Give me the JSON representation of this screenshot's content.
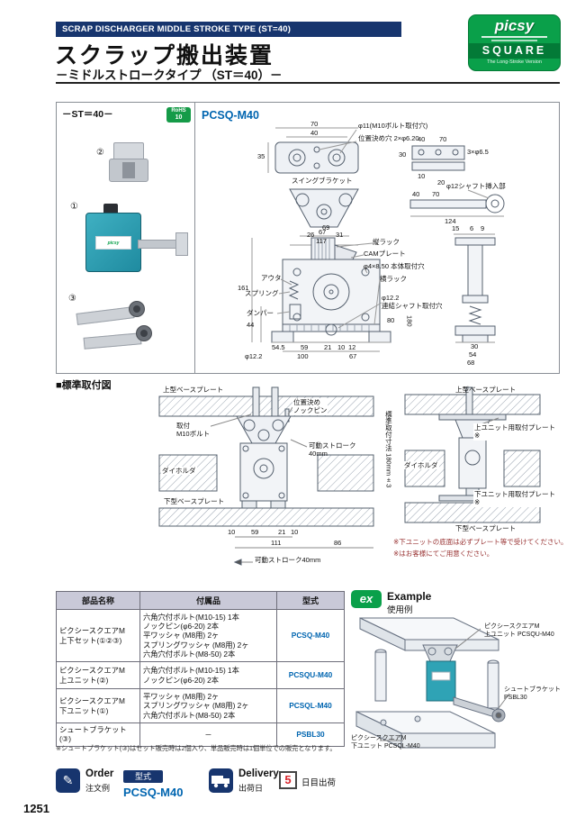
{
  "header": {
    "title_en": "SCRAP DISCHARGER MIDDLE STROKE TYPE (ST=40)",
    "title_ja": "スクラップ搬出装置",
    "subtitle": "－ミドルストロークタイプ （ST＝40）－"
  },
  "logo": {
    "brand": "picsy",
    "name": "SQUARE",
    "version": "The Long-Stroke Version"
  },
  "colors": {
    "navy": "#17356e",
    "green": "#0aa04a",
    "link_blue": "#0065b0",
    "teal": "#2fa3b5",
    "red": "#d8242b"
  },
  "main_drawing": {
    "stroke_label": "－ST＝40－",
    "rohs": "RoHS",
    "rohs_num": "10",
    "model": "PCSQ-M40",
    "item1": "①",
    "item2": "②",
    "item3": "③",
    "top_view": {
      "dim70": "70",
      "dim40": "40",
      "dim35": "35",
      "hole": "φ11(M10ボルト取付穴)",
      "pin": "位置決め穴 2×φ6.20"
    },
    "corner": {
      "dim40": "40",
      "dim70": "70",
      "holes": "3×φ6.5",
      "dim30": "30",
      "dim10": "10",
      "dim20": "20"
    },
    "swing": {
      "label": "スイングブラケット",
      "dim67": "67",
      "dim117": "117"
    },
    "shaft": {
      "label": "φ12シャフト挿入部",
      "dim40": "40",
      "dim70": "70",
      "dim124": "124"
    },
    "front": {
      "dim69": "69",
      "dim31": "31",
      "dim26": "26",
      "rack_v": "縦ラック",
      "cam": "CAMプレート",
      "hole": "φ4×8.50 本体取付穴",
      "rack_h": "横ラック",
      "outer": "アウタ",
      "spring": "スプリング",
      "damper": "ダンパー",
      "shaft_hole": "φ12.2\n連結シャフト取付穴",
      "dim161": "161",
      "dim44": "44",
      "dim80": "80",
      "dim180": "180",
      "dim54_5": "54.5",
      "dim59": "59",
      "dim21": "21",
      "dim10": "10",
      "dim12": "12",
      "dim100": "100",
      "dim67": "67",
      "phi122": "φ12.2"
    },
    "side": {
      "dim15": "15",
      "dim6": "6",
      "dim9": "9",
      "dim30": "30",
      "dim54": "54",
      "dim68": "68"
    }
  },
  "mount": {
    "heading": "■標準取付図",
    "left": {
      "upper_plate": "上型ベースプレート",
      "knock_pin": "位置決め\nノックピン",
      "bolt": "取付\nM10ボルト",
      "die_holder": "ダイホルダ",
      "stroke": "可動ストローク\n40mm",
      "lower_plate": "下型ベースプレート",
      "std_dim": "標準取付寸法 180mm±3",
      "dim10a": "10",
      "dim59": "59",
      "dim21": "21",
      "dim10b": "10",
      "dim111": "111",
      "dim86": "86",
      "stroke_note": "可動ストローク40mm"
    },
    "right": {
      "upper_plate": "上型ベースプレート",
      "upper_mount": "上ユニット用取付プレート※",
      "die_holder": "ダイホルダ",
      "lower_mount": "下ユニット用取付プレート※",
      "lower_plate": "下型ベースプレート"
    },
    "note1": "※下ユニットの底面は必ずプレート等で受けてください。",
    "note2": "※はお客様にてご用意ください。"
  },
  "table": {
    "headers": [
      "部品名称",
      "付属品",
      "型式"
    ],
    "rows": [
      {
        "name": "ピクシースクエアM\n上下セット(①②③)",
        "acc": "六角穴付ボルト(M10-15) 1本\nノックピン(φ6-20) 2本\n平ワッシャ (M8用) 2ヶ\nスプリングワッシャ (M8用) 2ヶ\n六角穴付ボルト(M8-50) 2本",
        "model": "PCSQ-M40"
      },
      {
        "name": "ピクシースクエアM\n上ユニット(②)",
        "acc": "六角穴付ボルト(M10-15) 1本\nノックピン(φ6-20) 2本",
        "model": "PCSQU-M40"
      },
      {
        "name": "ピクシースクエアM\n下ユニット(①)",
        "acc": "平ワッシャ (M8用) 2ヶ\nスプリングワッシャ (M8用) 2ヶ\n六角穴付ボルト(M8-50) 2本",
        "model": "PCSQL-M40"
      },
      {
        "name": "シュートブラケット(③)",
        "acc": "─",
        "model": "PSBL30"
      }
    ],
    "note": "※シュートブラケット(③)はセット販売時は2個入り、単品販売時は1個単位での販売となります。"
  },
  "example": {
    "badge": "ex",
    "title": "Example",
    "subtitle": "使用例",
    "upper_label": "ピクシースクエアM\n上ユニット PCSQU-M40",
    "chute_label": "シュートブラケット\nPSBL30",
    "lower_label": "ピクシースクエアM\n下ユニット PCSQL-M40"
  },
  "footer": {
    "order": "Order",
    "order_sub": "注文例",
    "model_label": "型式",
    "model_value": "PCSQ-M40",
    "delivery": "Delivery",
    "delivery_sub": "出荷日",
    "days": "5",
    "days_unit": "日目出荷"
  },
  "page_number": "1251"
}
